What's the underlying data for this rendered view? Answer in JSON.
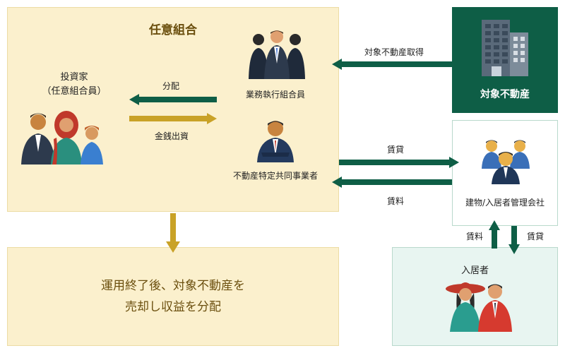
{
  "partnership": {
    "title": "任意組合",
    "investor_line1": "投資家",
    "investor_line2": "（任意組合員）",
    "executive": "業務執行組合員",
    "operator": "不動産特定共同事業者",
    "arrow_distribution": "分配",
    "arrow_investment": "金銭出資"
  },
  "property": {
    "title": "対象不動産",
    "arrow_acquire": "対象不動産取得"
  },
  "manager": {
    "title": "建物/入居者管理会社",
    "arrow_lease": "賃貸",
    "arrow_rent": "賃料"
  },
  "tenant": {
    "title": "入居者",
    "arrow_rent": "賃料",
    "arrow_lease": "賃貸"
  },
  "result": {
    "line1": "運用終了後、対象不動産を",
    "line2": "売却し収益を分配"
  },
  "colors": {
    "dark_green": "#0e5e46",
    "gold": "#c9a227",
    "cream": "#fbf0cd",
    "mint": "#e8f5f1"
  }
}
